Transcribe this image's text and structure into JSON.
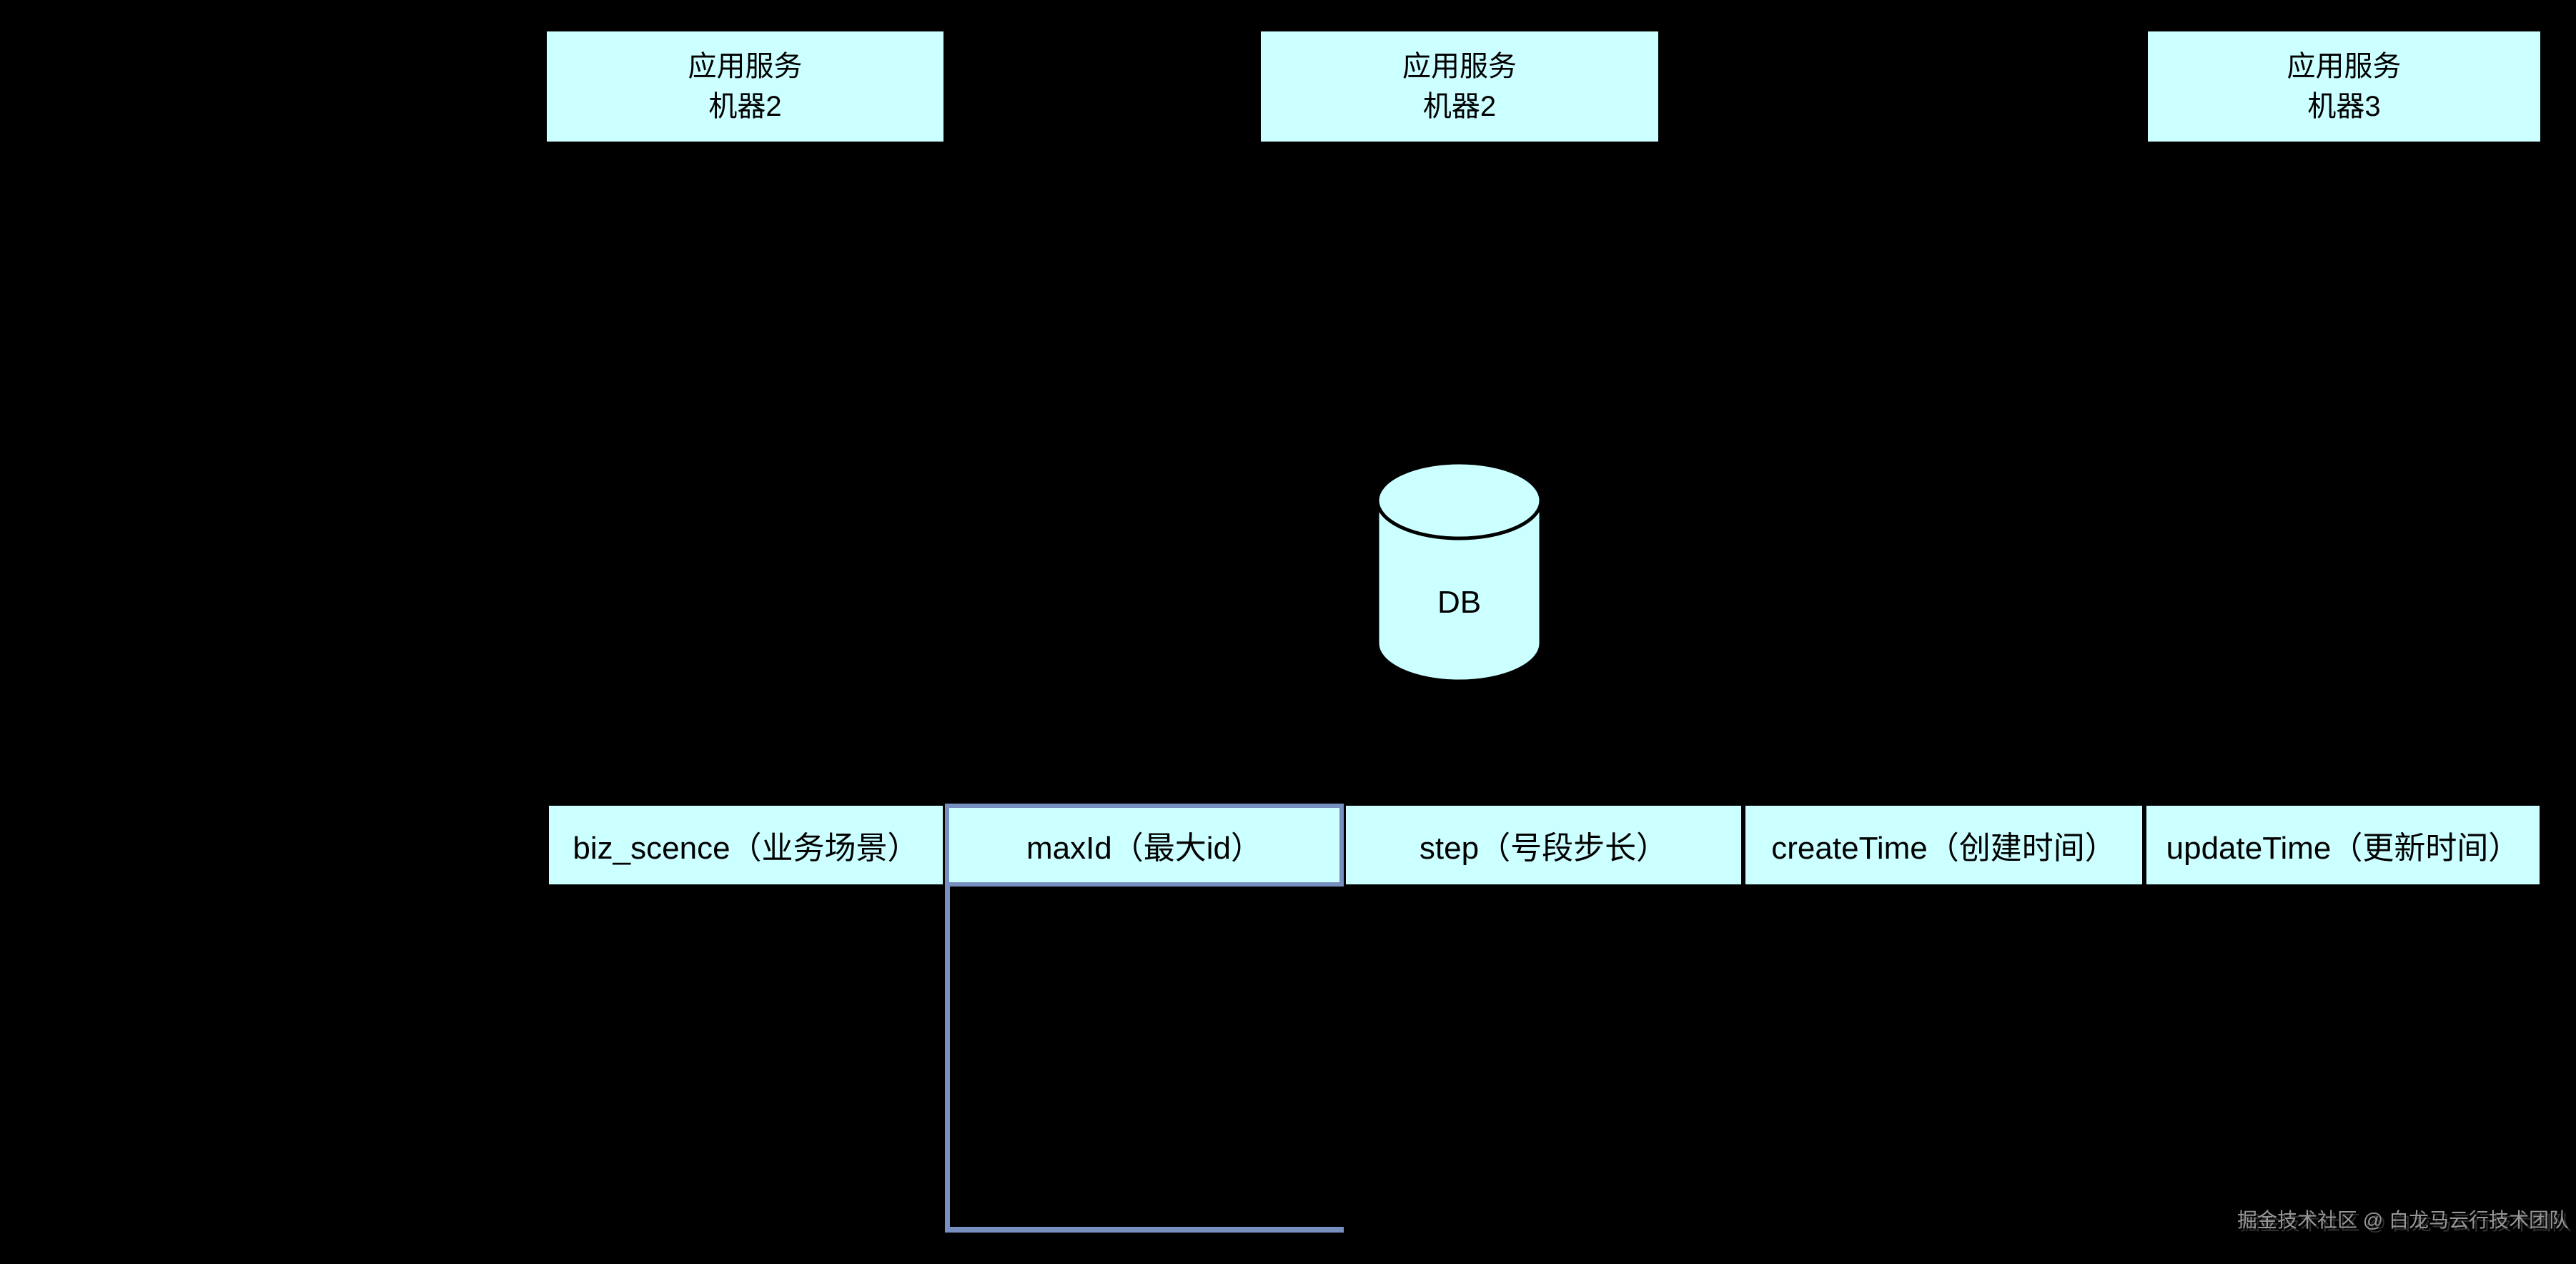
{
  "diagram": {
    "app_boxes": [
      {
        "label": "应用服务\n机器2"
      },
      {
        "label": "应用服务\n机器2"
      },
      {
        "label": "应用服务\n机器3"
      }
    ],
    "database": {
      "label": "DB"
    },
    "table": {
      "columns": [
        {
          "label": "biz_scence（业务场景）",
          "highlighted": false
        },
        {
          "label": "maxId（最大id）",
          "highlighted": true
        },
        {
          "label": "step（号段步长）",
          "highlighted": false
        },
        {
          "label": "createTime（创建时间）",
          "highlighted": false
        },
        {
          "label": "updateTime（更新时间）",
          "highlighted": false
        }
      ]
    },
    "watermark": "掘金技术社区 @ 白龙马云行技术团队",
    "colors": {
      "background": "#000000",
      "node_fill": "#CCFFFF",
      "node_stroke": "#000000",
      "node_text": "#000000",
      "highlight_border": "#7890C0",
      "watermark_text": "#969696"
    }
  }
}
